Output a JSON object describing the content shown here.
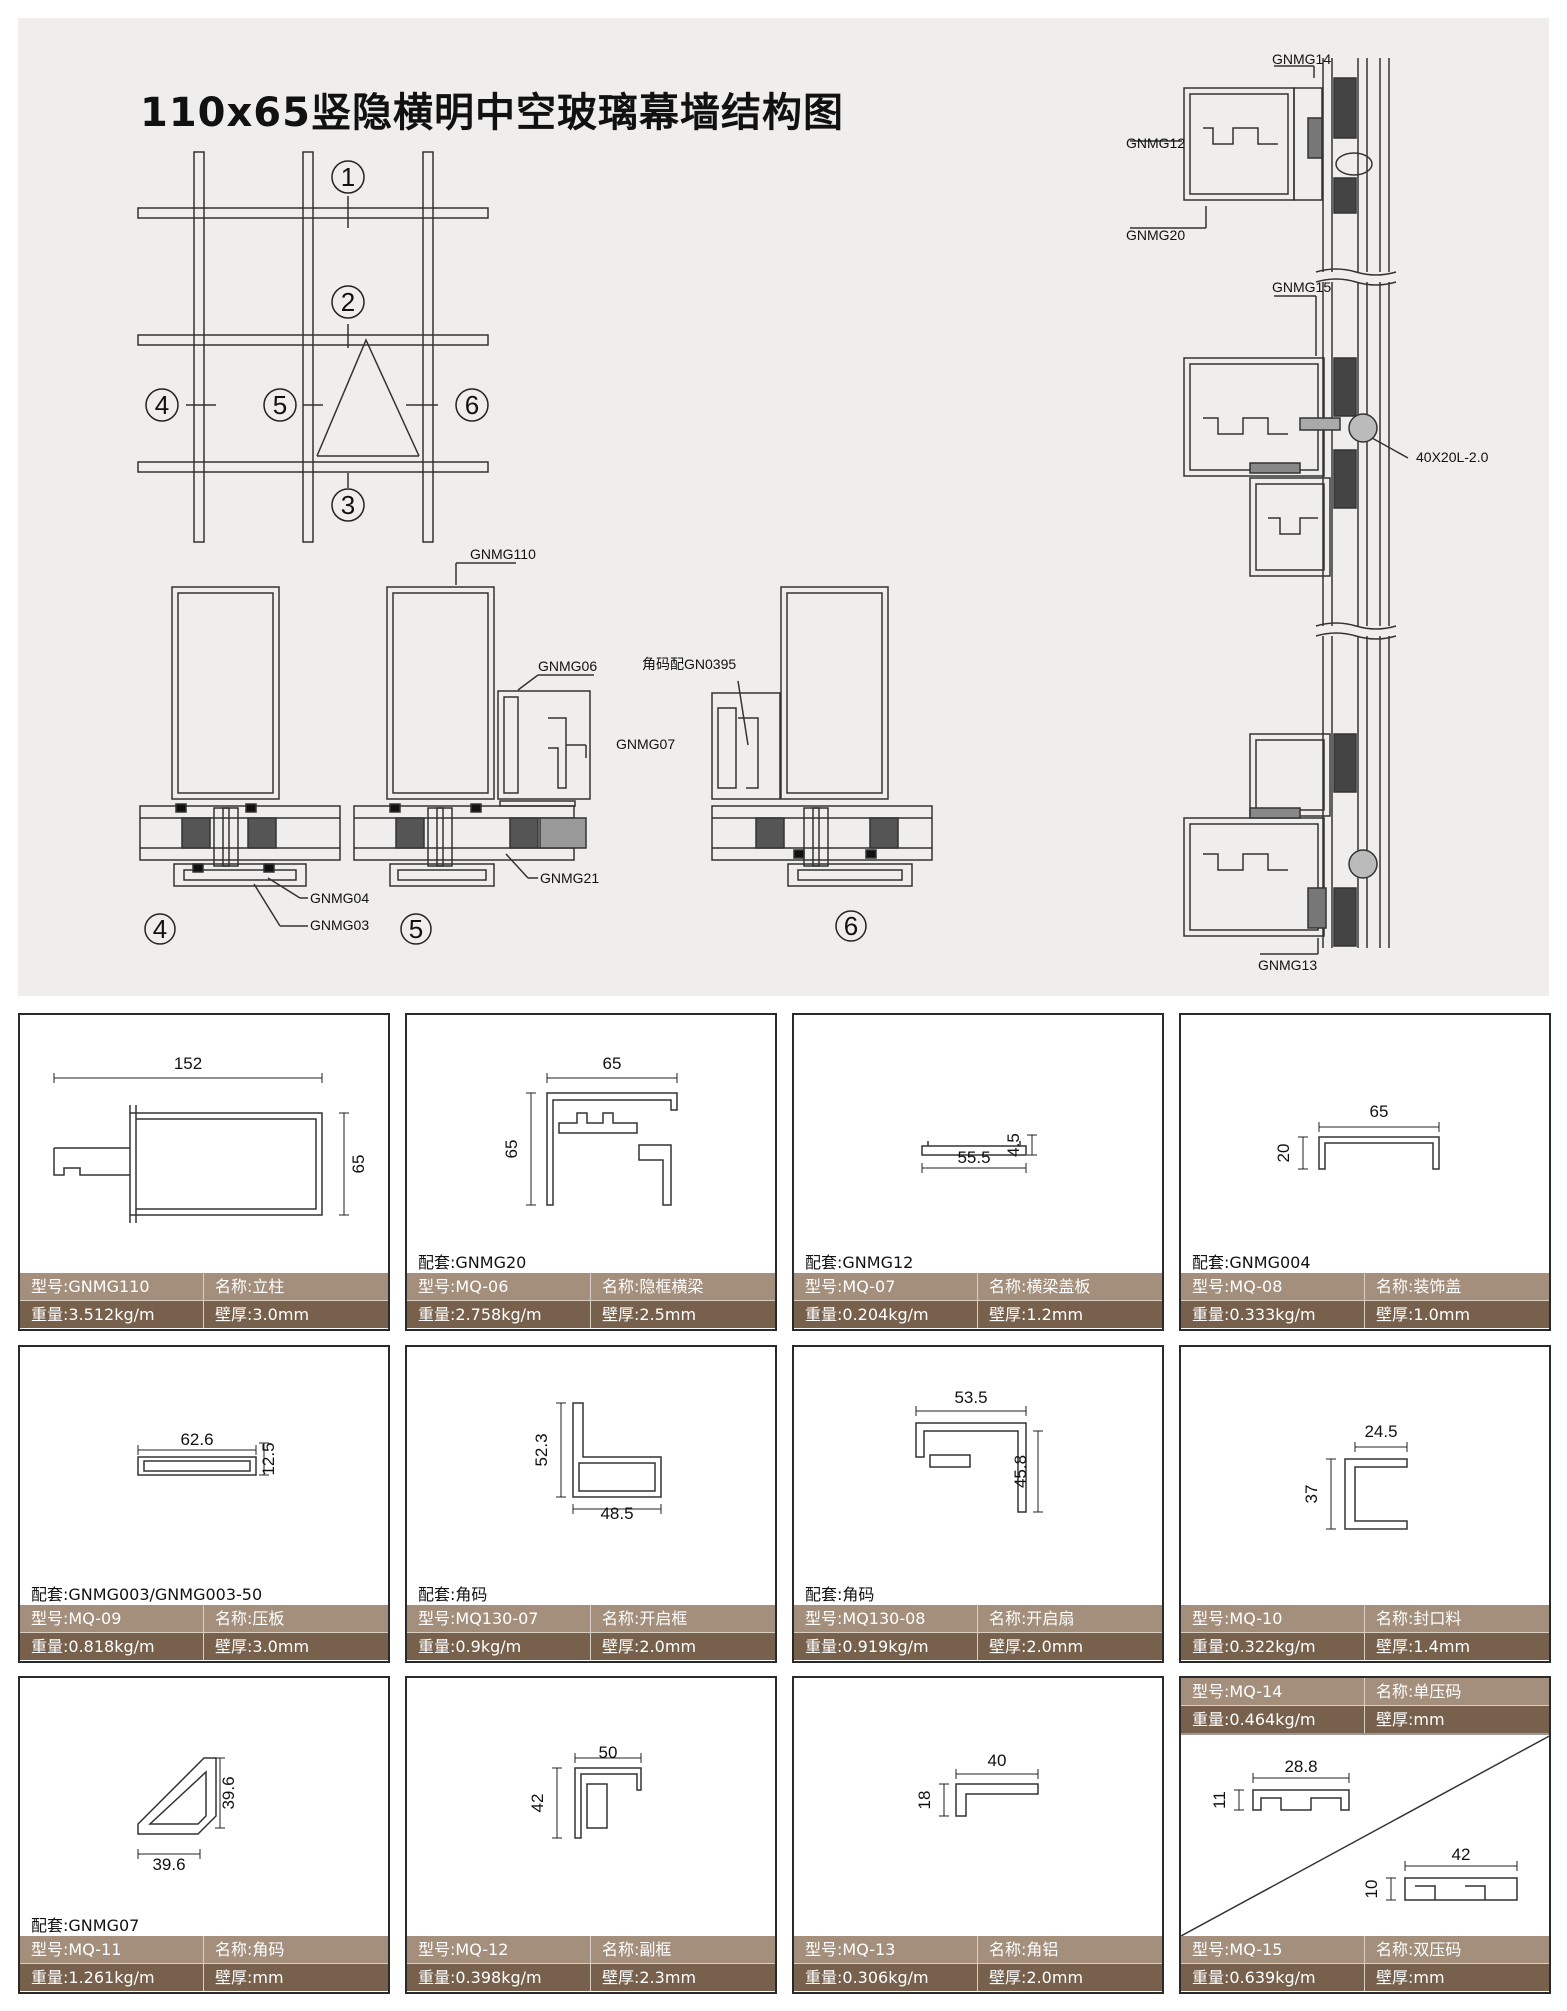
{
  "title": "110x65竖隐横明中空玻璃幕墙结构图",
  "diagram": {
    "grid_markers": [
      "1",
      "2",
      "3",
      "4",
      "5",
      "6"
    ],
    "section_markers": [
      "4",
      "5",
      "6"
    ],
    "labels": {
      "gnmg110": "GNMG110",
      "gnmg06": "GNMG06",
      "gnmg07": "GNMG07",
      "gnmg21": "GNMG21",
      "gnmg04": "GNMG04",
      "gnmg03": "GNMG03",
      "corner_code": "角码配GN0395",
      "gnmg14": "GNMG14",
      "gnmg12": "GNMG12",
      "gnmg20": "GNMG20",
      "gnmg15": "GNMG15",
      "spacer": "40X20L-2.0",
      "gnmg13": "GNMG13"
    }
  },
  "info_labels": {
    "model": "型号:",
    "name": "名称:",
    "weight": "重量:",
    "thickness": "壁厚:",
    "accessory": "配套:"
  },
  "cards": [
    {
      "model": "GNMG110",
      "name": "立柱",
      "weight": "3.512kg/m",
      "thickness": "3.0mm",
      "accessory": "",
      "dims": [
        "152",
        "65"
      ]
    },
    {
      "model": "MQ-06",
      "name": "隐框横梁",
      "weight": "2.758kg/m",
      "thickness": "2.5mm",
      "accessory": "GNMG20",
      "dims": [
        "65",
        "65"
      ]
    },
    {
      "model": "MQ-07",
      "name": "横梁盖板",
      "weight": "0.204kg/m",
      "thickness": "1.2mm",
      "accessory": "GNMG12",
      "dims": [
        "4.5",
        "55.5"
      ]
    },
    {
      "model": "MQ-08",
      "name": "装饰盖",
      "weight": "0.333kg/m",
      "thickness": "1.0mm",
      "accessory": "GNMG004",
      "dims": [
        "65",
        "20"
      ]
    },
    {
      "model": "MQ-09",
      "name": "压板",
      "weight": "0.818kg/m",
      "thickness": "3.0mm",
      "accessory": "GNMG003/GNMG003-50",
      "dims": [
        "62.6",
        "12.5"
      ]
    },
    {
      "model": "MQ130-07",
      "name": "开启框",
      "weight": "0.9kg/m",
      "thickness": "2.0mm",
      "accessory": "角码",
      "dims": [
        "52.3",
        "48.5"
      ]
    },
    {
      "model": "MQ130-08",
      "name": "开启扇",
      "weight": "0.919kg/m",
      "thickness": "2.0mm",
      "accessory": "角码",
      "dims": [
        "53.5",
        "45.8"
      ]
    },
    {
      "model": "MQ-10",
      "name": "封口料",
      "weight": "0.322kg/m",
      "thickness": "1.4mm",
      "accessory": "",
      "dims": [
        "24.5",
        "37"
      ]
    },
    {
      "model": "MQ-11",
      "name": "角码",
      "weight": "1.261kg/m",
      "thickness": "mm",
      "accessory": "GNMG07",
      "dims": [
        "39.6",
        "39.6"
      ]
    },
    {
      "model": "MQ-12",
      "name": "副框",
      "weight": "0.398kg/m",
      "thickness": "2.3mm",
      "accessory": "",
      "dims": [
        "50",
        "42"
      ]
    },
    {
      "model": "MQ-13",
      "name": "角铝",
      "weight": "0.306kg/m",
      "thickness": "2.0mm",
      "accessory": "",
      "dims": [
        "40",
        "18"
      ]
    },
    {
      "model": "MQ-15",
      "name": "双压码",
      "weight": "0.639kg/m",
      "thickness": "mm",
      "accessory": "",
      "dims": [
        "42",
        "10"
      ],
      "extra": {
        "model": "MQ-14",
        "name": "单压码",
        "weight": "0.464kg/m",
        "thickness": "mm",
        "dims": [
          "28.8",
          "11"
        ]
      }
    }
  ]
}
